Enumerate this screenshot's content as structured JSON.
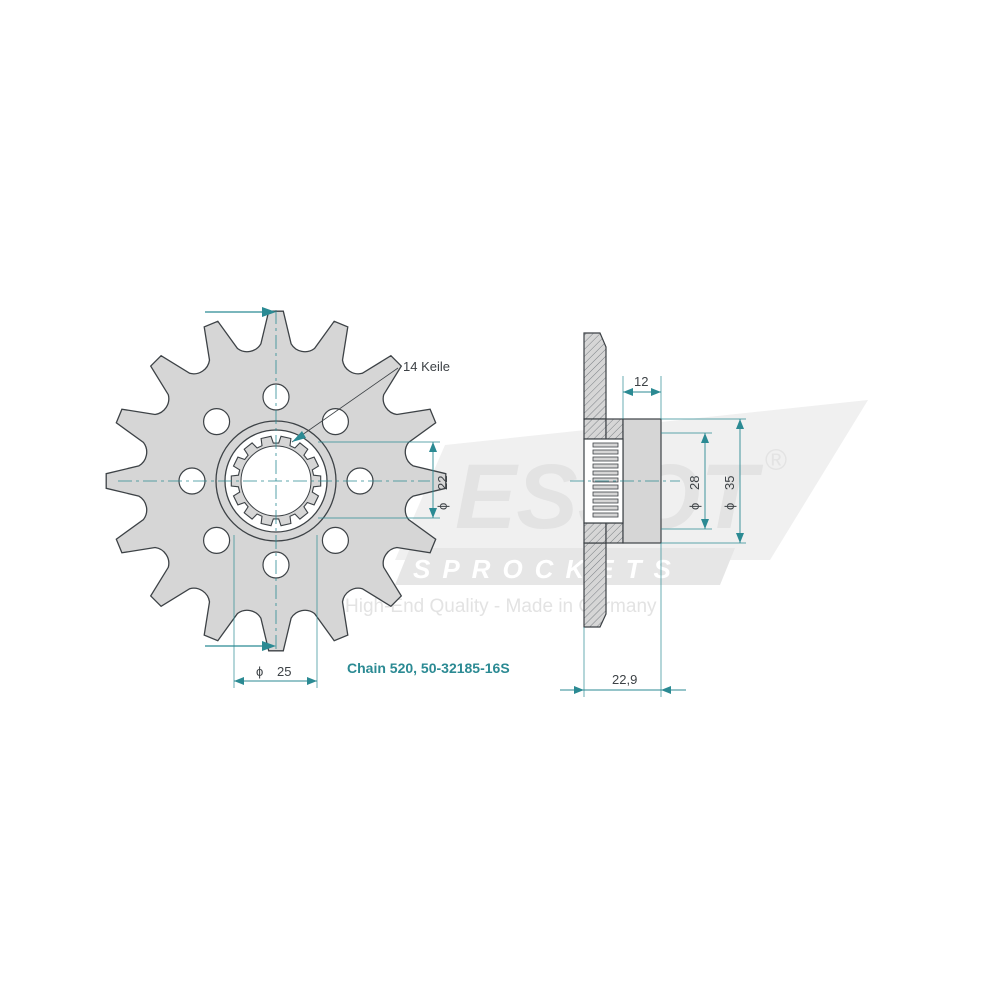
{
  "watermark": {
    "brand": "ESJOT",
    "registered": "®",
    "sub": "SPROCKETS",
    "tagline": "High-End Quality - Made in Germany"
  },
  "part": {
    "label": "Chain 520, 50-32185-16S",
    "chain": "520",
    "part_number": "50-32185-16S",
    "teeth": 16,
    "splines": 14
  },
  "dimensions": {
    "keile": "14 Keile",
    "bore_inner": "22",
    "bolt_dia": "25",
    "hub_width": "12",
    "hub_dia": "28",
    "flange_dia": "35",
    "total_width": "22,9",
    "dia_symbol": "ϕ"
  },
  "colors": {
    "accent": "#2b8a93",
    "line": "#3d4246",
    "fill": "#d6d6d6",
    "watermark": "#ececec"
  }
}
